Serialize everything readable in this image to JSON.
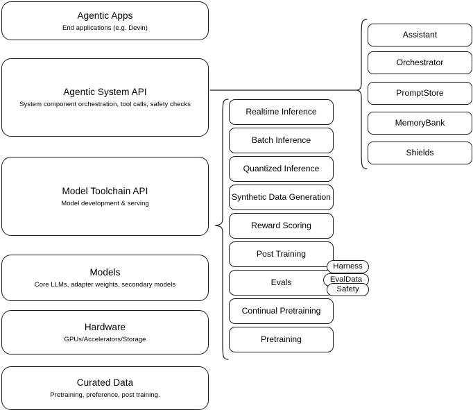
{
  "diagram": {
    "type": "layered-stack-diagram",
    "background_color": "#ffffff",
    "stroke_color": "#1a1a1a"
  },
  "left_stack": {
    "name": "platform-layers",
    "items": [
      {
        "title": "Agentic Apps",
        "subtitle": "End applications (e.g. Devin)"
      },
      {
        "title": "Agentic System API",
        "subtitle": "System component orchestration, tool calls, safety checks"
      },
      {
        "title": "Model Toolchain API",
        "subtitle": "Model development & serving"
      },
      {
        "title": "Models",
        "subtitle": "Core LLMs, adapter weights, secondary models"
      },
      {
        "title": "Hardware",
        "subtitle": "GPUs/Accelerators/Storage"
      },
      {
        "title": "Curated Data",
        "subtitle": "Pretraining, preference, post training."
      }
    ]
  },
  "middle_stack": {
    "name": "model-toolchain-capabilities",
    "items": [
      {
        "title": "Realtime Inference"
      },
      {
        "title": "Batch Inference"
      },
      {
        "title": "Quantized Inference"
      },
      {
        "title": "Synthetic Data Generation"
      },
      {
        "title": "Reward Scoring"
      },
      {
        "title": "Post Training"
      },
      {
        "title": "Evals"
      },
      {
        "title": "Continual Pretraining"
      },
      {
        "title": "Pretraining"
      }
    ]
  },
  "right_stack": {
    "name": "agentic-system-components",
    "items": [
      {
        "title": "Assistant"
      },
      {
        "title": "Orchestrator"
      },
      {
        "title": "PromptStore"
      },
      {
        "title": "MemoryBank"
      },
      {
        "title": "Shields"
      }
    ]
  },
  "eval_pills": {
    "name": "evals-subcomponents",
    "items": [
      {
        "title": "Harness"
      },
      {
        "title": "EvalData"
      },
      {
        "title": "Safety"
      }
    ]
  }
}
